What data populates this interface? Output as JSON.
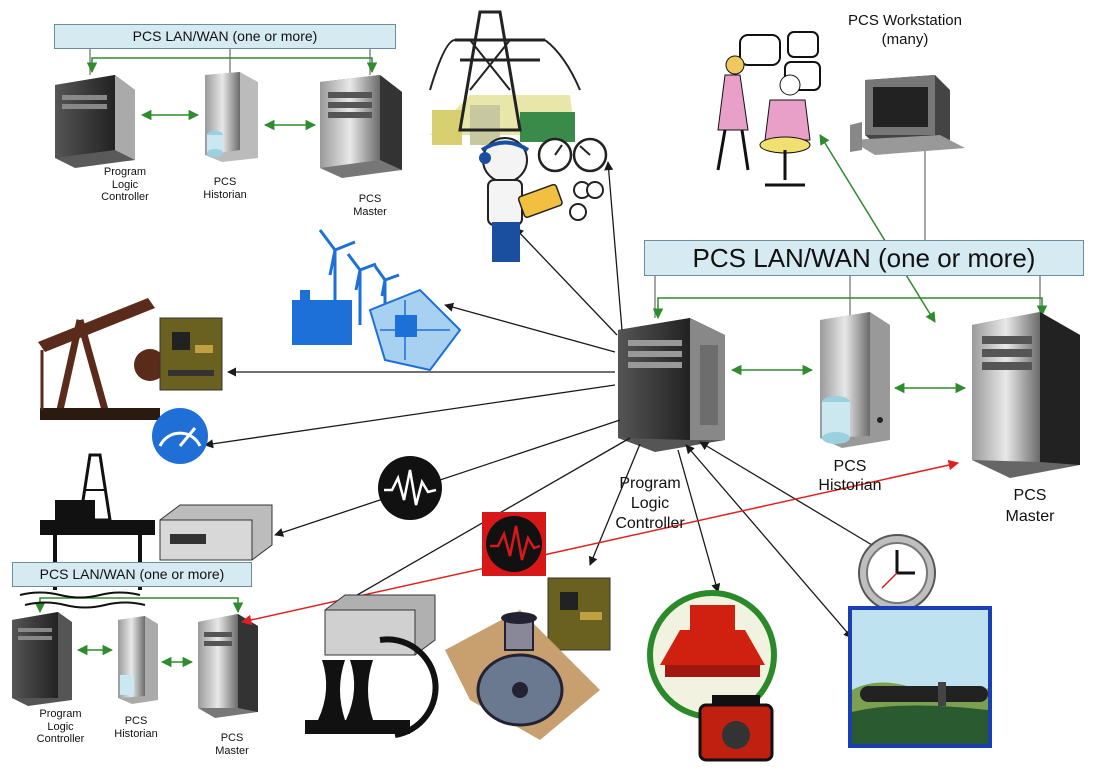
{
  "colors": {
    "lan_bar": "#d6eaf2",
    "green_link": "#2e8b2e",
    "black_link": "#1a1a1a",
    "red_link": "#e02020",
    "server_dark": "#3a3a3a",
    "gauge_blue": "#1f6fd6"
  },
  "top_left_network": {
    "lan_label": "PCS LAN/WAN (one or more)",
    "plc_label": "Program\nLogic\nController",
    "historian_label": "PCS\nHistorian",
    "master_label": "PCS\nMaster"
  },
  "bottom_left_network": {
    "lan_label": "PCS LAN/WAN (one or more)",
    "plc_label": "Program\nLogic\nController",
    "historian_label": "PCS\nHistorian",
    "master_label": "PCS\nMaster"
  },
  "main_network": {
    "lan_label": "PCS LAN/WAN (one or more)",
    "plc_label": "Program\nLogic\nController",
    "historian_label": "PCS\nHistorian",
    "master_label": "PCS\nMaster"
  },
  "workstation": {
    "label": "PCS Workstation\n(many)"
  },
  "icons": [
    "power-transmission-icon",
    "field-operator-icon",
    "pressure-gauges-icon",
    "wind-turbines-icon",
    "circuit-board-icon",
    "oil-pump-jack-icon",
    "speedometer-icon",
    "offshore-oil-rig-icon",
    "remote-terminal-unit-icon",
    "waveform-icon",
    "alarm-waveform-icon",
    "nuclear-plant-icon",
    "valve-pipe-icon",
    "dam-icon",
    "generator-icon",
    "clock-icon",
    "pipeline-icon",
    "desktop-computer-icon",
    "operators-icon"
  ]
}
